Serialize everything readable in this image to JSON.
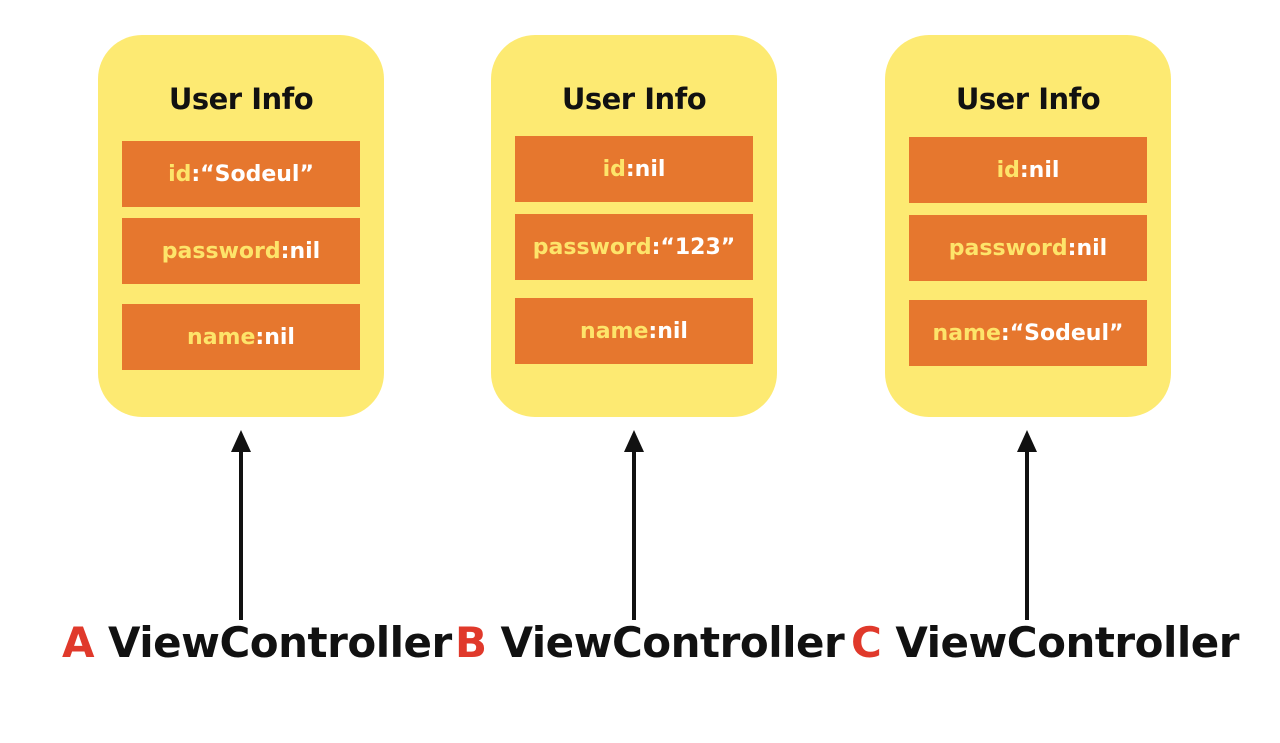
{
  "cards": [
    {
      "title": "User Info",
      "fields": [
        {
          "key": "id",
          "sep": " : ",
          "value": "“Sodeul”"
        },
        {
          "key": "password",
          "sep": " : ",
          "value": "nil"
        },
        {
          "key": "name",
          "sep": " :",
          "value": "nil"
        }
      ],
      "controller": {
        "letter": "A",
        "name": "ViewController"
      }
    },
    {
      "title": "User Info",
      "fields": [
        {
          "key": "id",
          "sep": " : ",
          "value": "nil"
        },
        {
          "key": "password",
          "sep": " : ",
          "value": "“123”"
        },
        {
          "key": "name",
          "sep": " :",
          "value": "nil"
        }
      ],
      "controller": {
        "letter": "B",
        "name": "ViewController"
      }
    },
    {
      "title": "User Info",
      "fields": [
        {
          "key": "id",
          "sep": " : ",
          "value": "nil"
        },
        {
          "key": "password",
          "sep": " : ",
          "value": "nil"
        },
        {
          "key": "name",
          "sep": " : ",
          "value": "“Sodeul”"
        }
      ],
      "controller": {
        "letter": "C",
        "name": "ViewController"
      }
    }
  ],
  "colors": {
    "card": "#fdea72",
    "field": "#e6772e",
    "key_text": "#fde46a",
    "value_text": "#ffffff",
    "controller_letter": "#e0392b",
    "arrow": "#111111"
  }
}
